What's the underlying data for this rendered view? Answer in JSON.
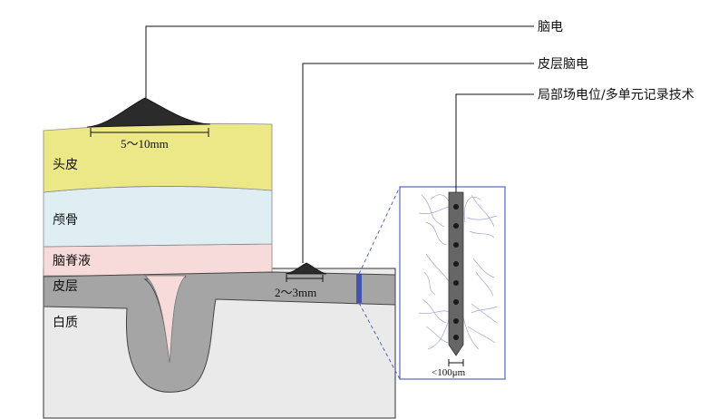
{
  "callouts": {
    "eeg": "脑电",
    "ecog": "皮层脑电",
    "lfp": "局部场电位/多单元记录技术"
  },
  "layers": {
    "scalp": "头皮",
    "skull": "颅骨",
    "csf": "脑脊液",
    "cortex": "皮层",
    "white_matter": "白质"
  },
  "measurements": {
    "eeg_electrode": "5～10mm",
    "ecog_electrode": "2～3mm",
    "probe_width": "<100μm"
  },
  "colors": {
    "scalp": "#ece787",
    "skull": "#dfeef2",
    "csf": "#f7dada",
    "cortex": "#a5a5a5",
    "white_matter": "#eaeaea",
    "electrode": "#2b2b2b",
    "zoom_lines": "#5566bb",
    "neurons": "#8f97cf"
  }
}
